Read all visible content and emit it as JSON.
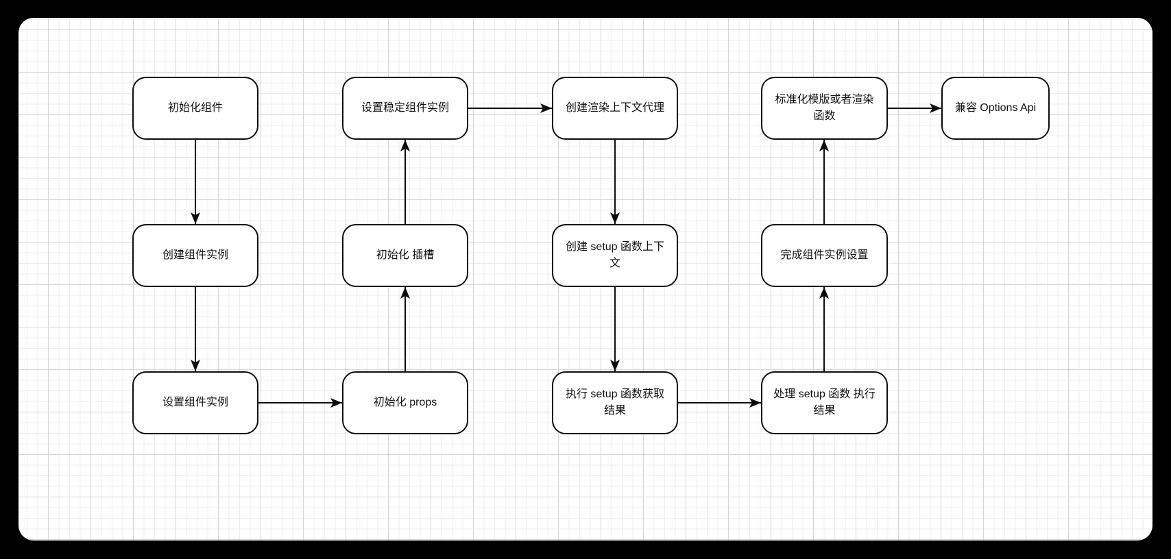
{
  "diagram": {
    "description": "Vue component setup flowchart",
    "colors": {
      "frame_background": "#000000",
      "canvas_background": "#ffffff",
      "grid_minor": "#ececec",
      "grid_major": "#d6d6d6",
      "node_fill": "#ffffff",
      "stroke": "#0d0d0d"
    },
    "nodes": [
      {
        "id": "init-component",
        "label": "初始化组件"
      },
      {
        "id": "create-component-instance",
        "label": "创建组件实例"
      },
      {
        "id": "setup-component-instance",
        "label": "设置组件实例"
      },
      {
        "id": "setup-stateful-component",
        "label": "设置稳定组件实例"
      },
      {
        "id": "init-slots",
        "label": "初始化 插槽"
      },
      {
        "id": "init-props",
        "label": "初始化 props"
      },
      {
        "id": "create-render-context-proxy",
        "label": "创建渲染上下文代理"
      },
      {
        "id": "create-setup-context",
        "label": "创建 setup 函数上下文"
      },
      {
        "id": "call-setup-function",
        "label": "执行 setup 函数获取结果"
      },
      {
        "id": "normalize-template-or-render",
        "label": "标准化模版或者渲染函数"
      },
      {
        "id": "finish-component-setup",
        "label": "完成组件实例设置"
      },
      {
        "id": "handle-setup-result",
        "label": "处理 setup 函数 执行结果"
      },
      {
        "id": "compat-options-api",
        "label": "兼容 Options Api"
      }
    ],
    "edges": [
      {
        "from": "init-component",
        "to": "create-component-instance",
        "direction": "down"
      },
      {
        "from": "create-component-instance",
        "to": "setup-component-instance",
        "direction": "down"
      },
      {
        "from": "setup-component-instance",
        "to": "init-props",
        "direction": "right"
      },
      {
        "from": "init-props",
        "to": "init-slots",
        "direction": "up"
      },
      {
        "from": "init-slots",
        "to": "setup-stateful-component",
        "direction": "up"
      },
      {
        "from": "setup-stateful-component",
        "to": "create-render-context-proxy",
        "direction": "right"
      },
      {
        "from": "create-render-context-proxy",
        "to": "create-setup-context",
        "direction": "down"
      },
      {
        "from": "create-setup-context",
        "to": "call-setup-function",
        "direction": "down"
      },
      {
        "from": "call-setup-function",
        "to": "handle-setup-result",
        "direction": "right"
      },
      {
        "from": "handle-setup-result",
        "to": "finish-component-setup",
        "direction": "up"
      },
      {
        "from": "finish-component-setup",
        "to": "normalize-template-or-render",
        "direction": "up"
      },
      {
        "from": "normalize-template-or-render",
        "to": "compat-options-api",
        "direction": "right"
      }
    ]
  }
}
